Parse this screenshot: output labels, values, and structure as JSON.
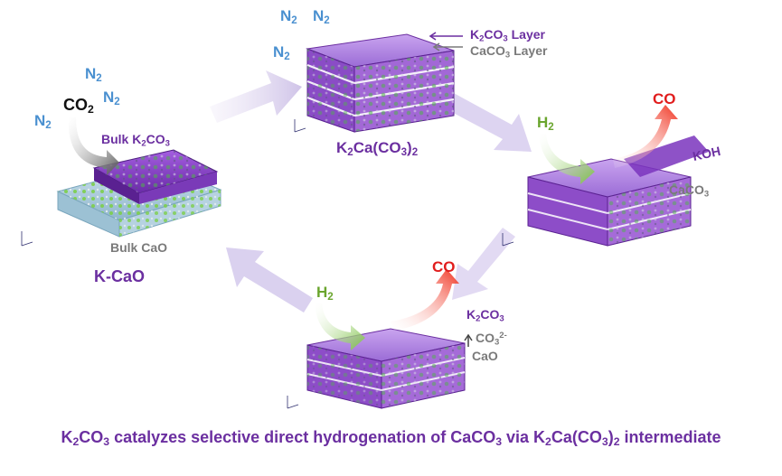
{
  "colors": {
    "purple": "#6b2fa0",
    "n2_blue": "#4a90d0",
    "grey": "#7a7a7a",
    "red": "#e11d1d",
    "green": "#6aa52e",
    "cycle_arrow": "#d6ccec"
  },
  "kcao": {
    "n2_a": "N",
    "n2_b": "N",
    "n2_c": "N",
    "n2_sub": "2",
    "co2_main": "CO",
    "co2_sub": "2",
    "bulk_k2co3_pre": "Bulk K",
    "bulk_k2co3_sub1": "2",
    "bulk_k2co3_mid": "CO",
    "bulk_k2co3_sub2": "3",
    "bulk_cao": "Bulk CaO",
    "name": "K-CaO"
  },
  "intermediate": {
    "n2_a": "N",
    "n2_b": "N",
    "n2_c": "N",
    "n2_sub": "2",
    "k2co3_layer_pre": "K",
    "k2co3_layer_sub1": "2",
    "k2co3_layer_mid": "CO",
    "k2co3_layer_sub2": "3",
    "k2co3_layer_post": " Layer",
    "caco3_layer_pre": "CaCO",
    "caco3_layer_sub": "3",
    "caco3_layer_post": " Layer",
    "formula_pre": "K",
    "formula_sub1": "2",
    "formula_mid": "Ca(CO",
    "formula_sub2": "3",
    "formula_mid2": ")",
    "formula_sub3": "2"
  },
  "right_state": {
    "h2_main": "H",
    "h2_sub": "2",
    "co": "CO",
    "koh": "KOH",
    "caco3_pre": "CaCO",
    "caco3_sub": "3"
  },
  "bottom_state": {
    "h2_main": "H",
    "h2_sub": "2",
    "co": "CO",
    "k2co3_pre": "K",
    "k2co3_sub1": "2",
    "k2co3_mid": "CO",
    "k2co3_sub2": "3",
    "co3_main": "CO",
    "co3_sub": "3",
    "co3_sup": "2-",
    "cao": "CaO"
  },
  "caption": {
    "part1": "K",
    "sub1": "2",
    "part2": "CO",
    "sub2": "3",
    "part3": " catalyzes selective direct hydrogenation of CaCO",
    "sub3": "3",
    "part4": " via K",
    "sub4": "2",
    "part5": "Ca(CO",
    "sub5": "3",
    "part6": ")",
    "sub6": "2",
    "part7": " intermediate"
  }
}
